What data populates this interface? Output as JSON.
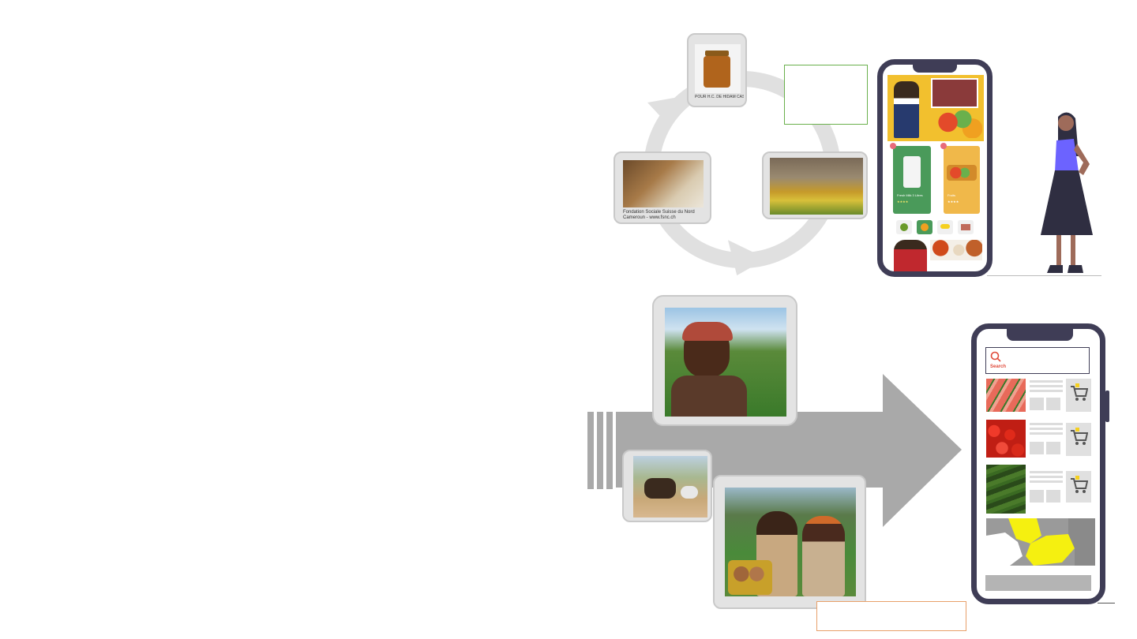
{
  "cycle": {
    "honey_caption": "POUR H.C. DE HIDAM CASERE...",
    "meeting_caption": "Fondation Sociale Suisse du Nord Cameroun - www.fsnc.ch"
  },
  "phone_top": {
    "card1_label": "Fresh Milk 3 Litres",
    "card1_rating": "★★★★",
    "card2_label": "Fruits",
    "card2_rating": "★★★★"
  },
  "phone_bottom": {
    "search_label": "Search",
    "search_icon": "search-icon",
    "cart_icon": "cart-icon",
    "products": [
      "watermelon",
      "red peppers",
      "cucumbers"
    ]
  },
  "colors": {
    "phone_frame": "#3f3d56",
    "green_box": "#6ab04c",
    "orange_box": "#e8a06a",
    "map_highlight": "#f5f010",
    "search_red": "#e04a3a"
  }
}
